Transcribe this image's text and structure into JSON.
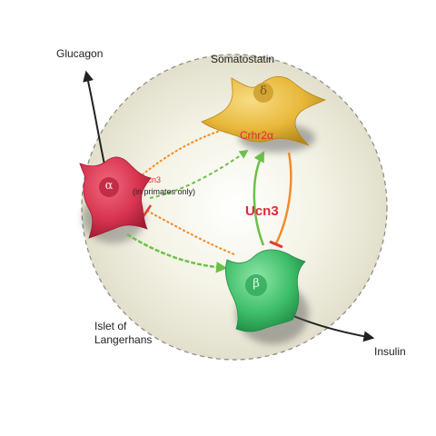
{
  "labels": {
    "glucagon": "Glucagon",
    "somatostatin": "Somatostatin",
    "insulin": "Insulin",
    "islet_line1": "Islet of",
    "islet_line2": "Langerhans",
    "crhr2": "Crhr2α",
    "ucn3_main": "Ucn3",
    "ucn3_small": "Ucn3",
    "primates": "(in primates only)"
  },
  "cells": {
    "alpha": {
      "letter": "α",
      "color": "#d8344f"
    },
    "beta": {
      "letter": "β",
      "color": "#3fbf6a"
    },
    "delta": {
      "letter": "δ",
      "color": "#e8b83a"
    }
  },
  "colors": {
    "islet_fill": "#ecead8",
    "islet_edge": "#8a8880",
    "red_text": "#e0283c",
    "arrow_green": "#6cc04a",
    "arrow_orange": "#f08c2a",
    "arrow_red": "#e83a30",
    "output_arrow": "#222222"
  }
}
